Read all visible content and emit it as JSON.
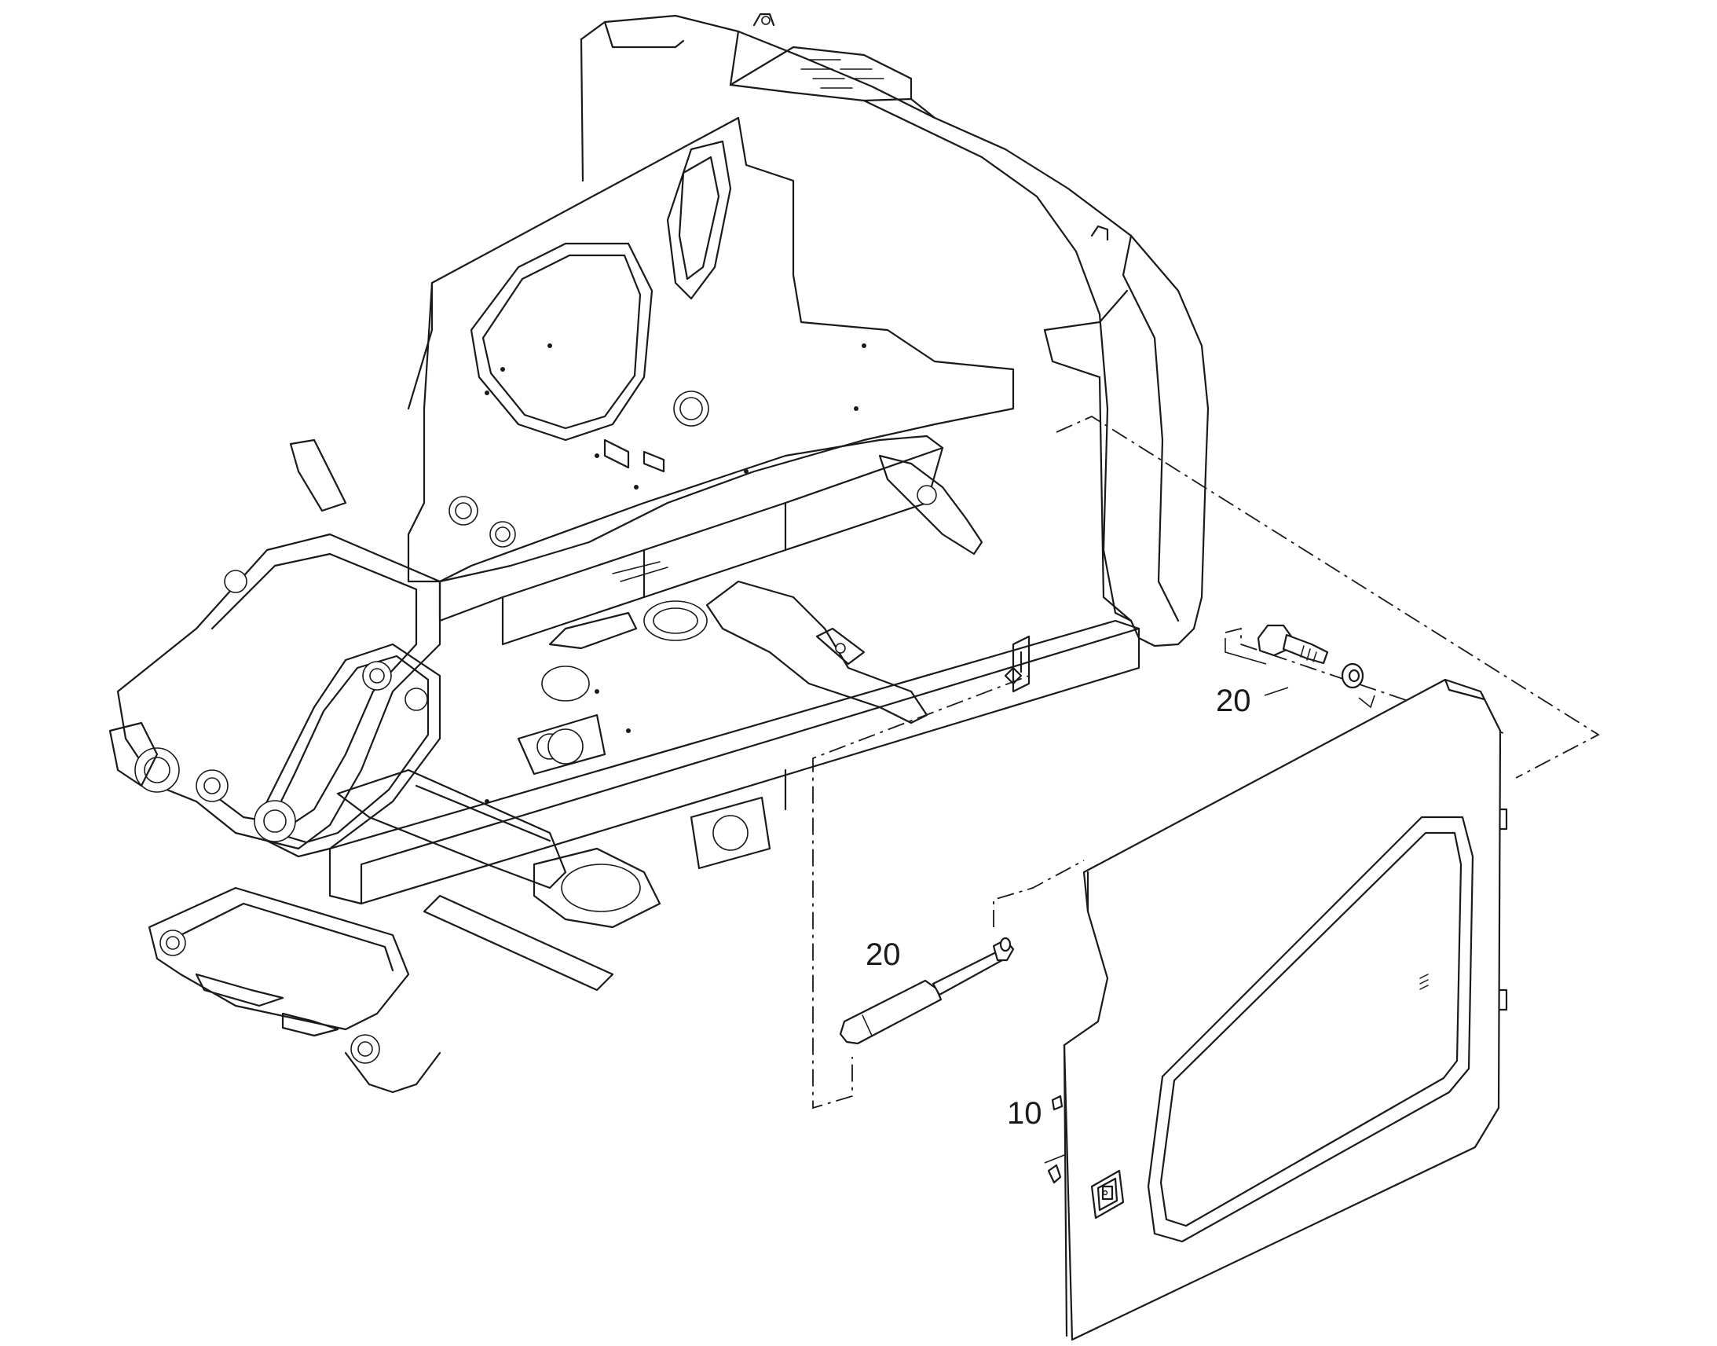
{
  "callouts": {
    "bolt_and_washer": "20",
    "gas_strut": "20",
    "side_door_panel": "10"
  }
}
